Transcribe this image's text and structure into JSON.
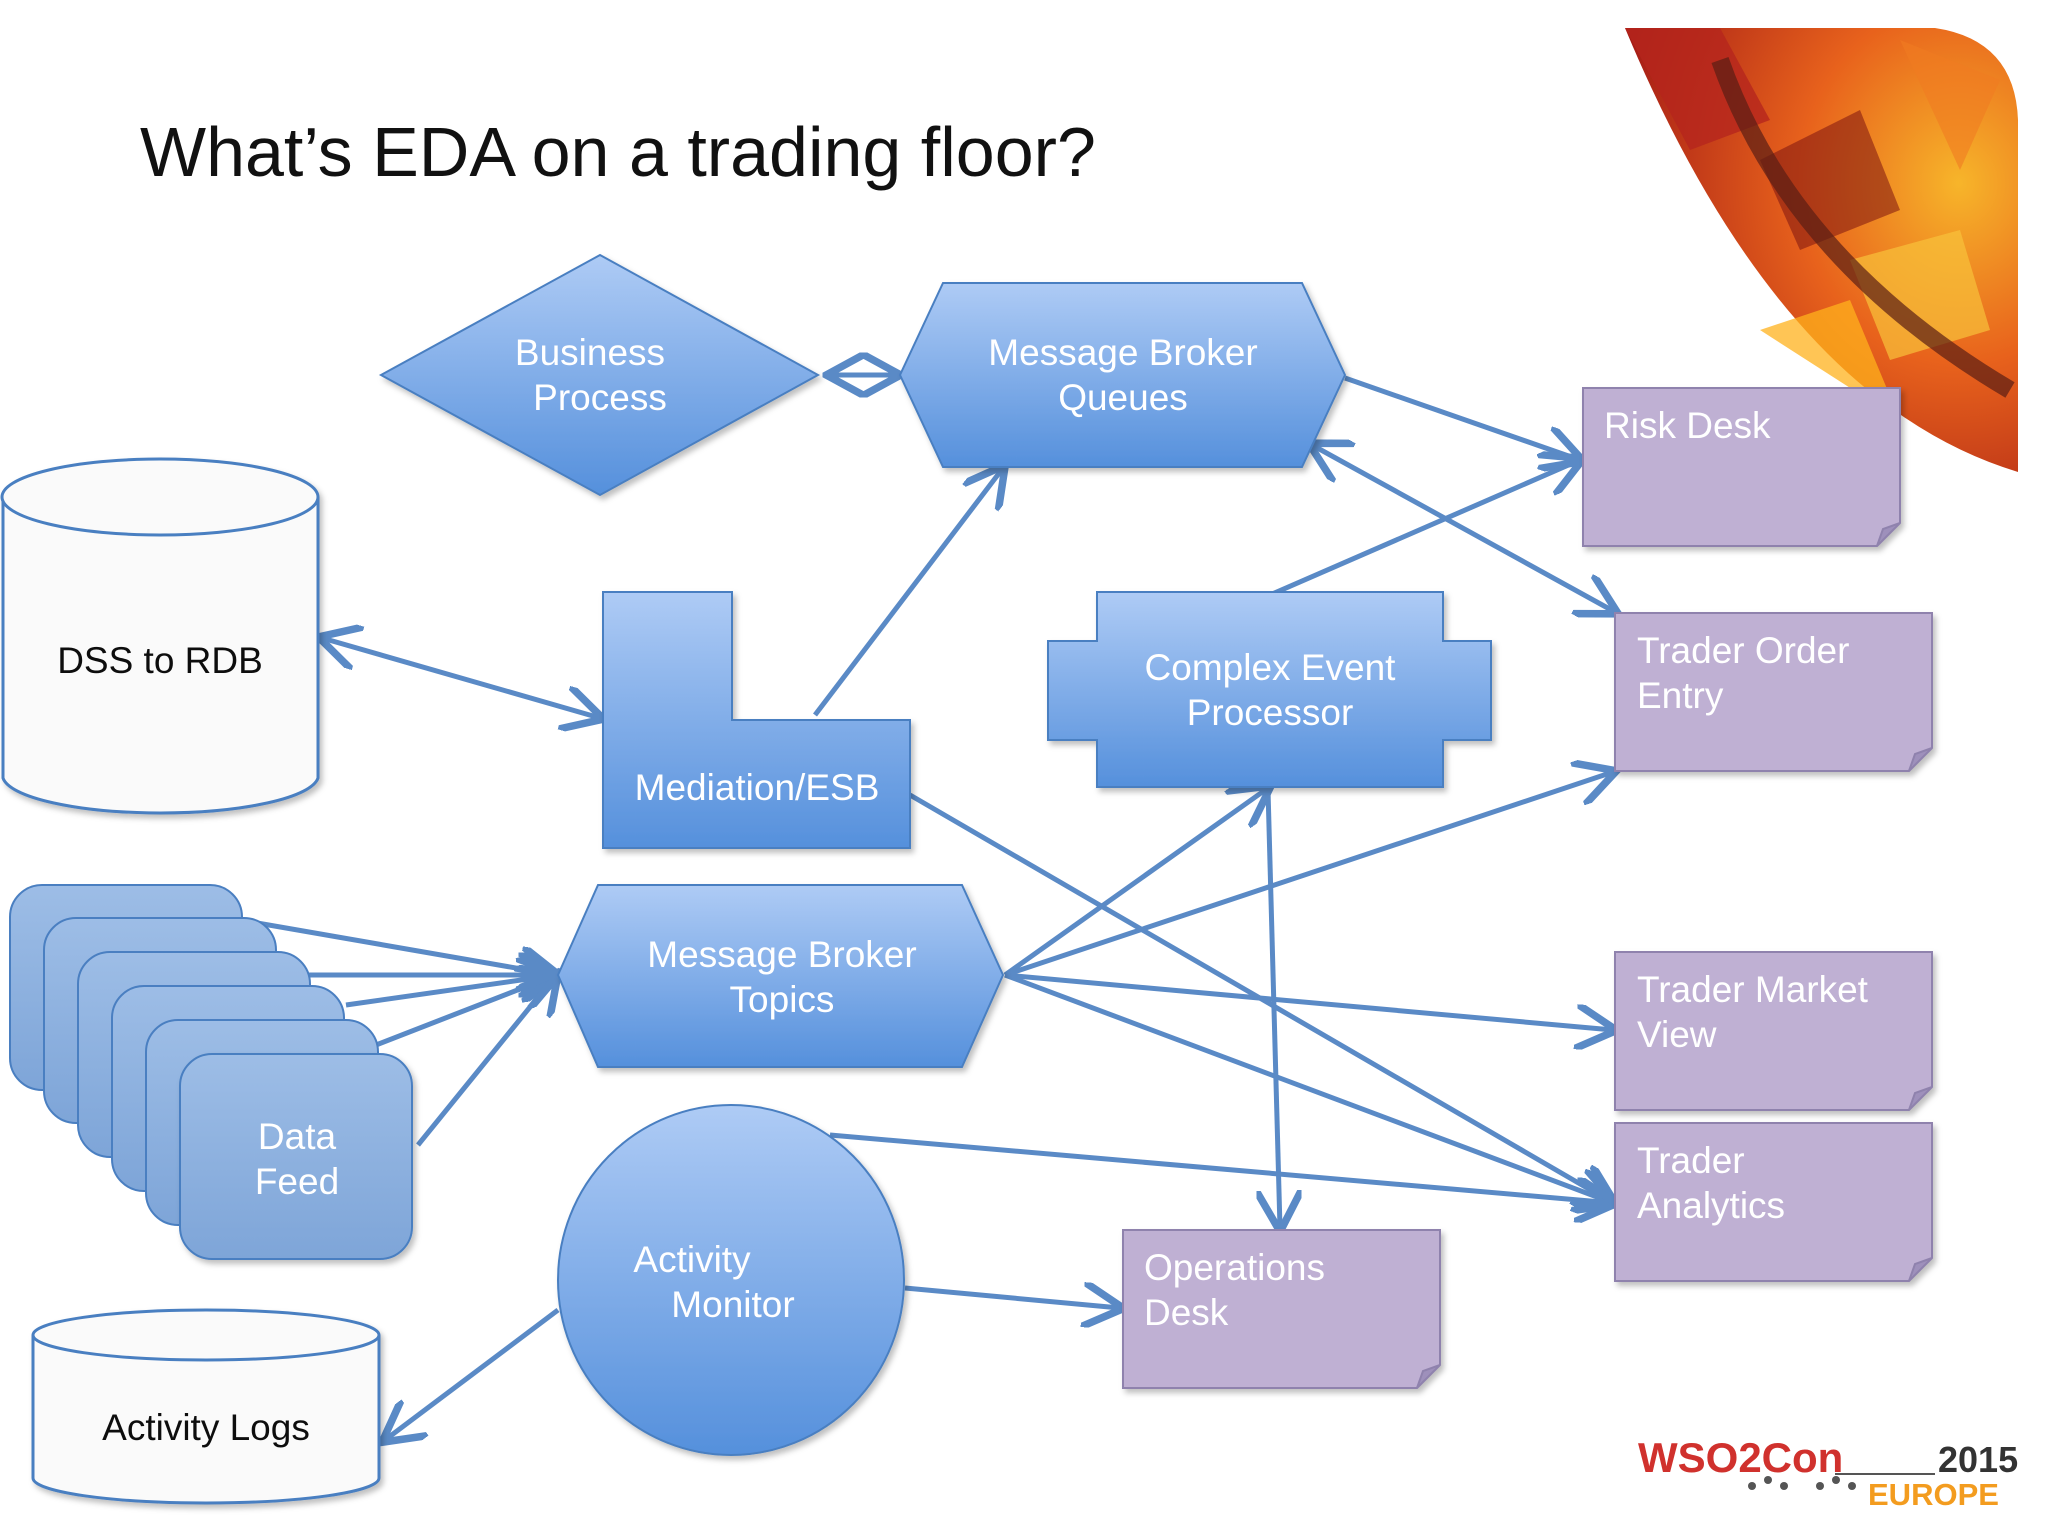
{
  "slide": {
    "title": "What’s EDA on a trading floor?"
  },
  "nodes": {
    "business_process": {
      "line1": "Business",
      "line2": "Process"
    },
    "mb_queues": {
      "line1": "Message Broker",
      "line2": "Queues"
    },
    "dss": {
      "label": "DSS to RDB"
    },
    "mediation": {
      "label": "Mediation/ESB"
    },
    "cep": {
      "line1": "Complex Event",
      "line2": "Processor"
    },
    "mb_topics": {
      "line1": "Message Broker",
      "line2": "Topics"
    },
    "data_feed": {
      "line1": "Data",
      "line2": "Feed"
    },
    "activity_monitor": {
      "line1": "Activity",
      "line2": "Monitor"
    },
    "activity_logs": {
      "label": "Activity Logs"
    },
    "risk_desk": {
      "line1": "Risk Desk"
    },
    "trader_order_entry": {
      "line1": "Trader Order",
      "line2": "Entry"
    },
    "trader_market_view": {
      "line1": "Trader Market",
      "line2": "View"
    },
    "trader_analytics": {
      "line1": "Trader",
      "line2": "Analytics"
    },
    "operations_desk": {
      "line1": "Operations",
      "line2": "Desk"
    }
  },
  "logo": {
    "brand": "WSO2Con",
    "year": "2015",
    "region": "EUROPE"
  },
  "colors": {
    "blue_light": "#a9c8f3",
    "blue_dark": "#5b95dd",
    "blue_stroke": "#4a7fc1",
    "purple_fill": "#bfb0d3",
    "purple_stroke": "#8f82ad",
    "arrow": "#5a8ac6",
    "cylinder_fill": "#fafafa",
    "logo_red": "#d0312d",
    "logo_orange": "#f39c1f"
  }
}
